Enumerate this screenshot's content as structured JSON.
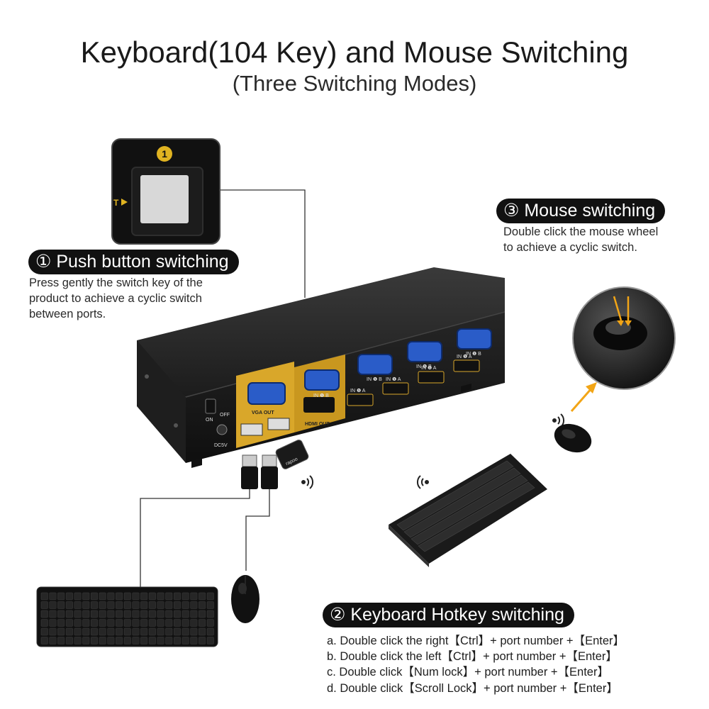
{
  "header": {
    "title": "Keyboard(104 Key) and Mouse Switching",
    "subtitle": "(Three Switching Modes)"
  },
  "modes": {
    "push": {
      "title": "① Push button switching",
      "lines": [
        "Press gently the switch key of the",
        "product to achieve a cyclic switch",
        "between ports."
      ]
    },
    "mouse": {
      "title": "③ Mouse switching",
      "lines": [
        "Double click the mouse wheel",
        "to achieve a cyclic switch."
      ]
    },
    "hotkey": {
      "title": "② Keyboard Hotkey switching",
      "lines": [
        "a. Double click the right【Ctrl】+ port number +【Enter】",
        "b. Double click the left【Ctrl】+ port number +【Enter】",
        "c. Double click【Num lock】+ port number +【Enter】",
        "d. Double click【Scroll Lock】+ port number +【Enter】"
      ]
    }
  },
  "device": {
    "button_number": "1",
    "labels": {
      "on": "ON",
      "off": "OFF",
      "power": "DC5V",
      "vga_out": "VGA OUT",
      "hdmi_out": "HDMI OUT",
      "in_b": "IN ❶ B",
      "in_a": "IN ❶ A",
      "dongle": "rapoo"
    }
  },
  "colors": {
    "pill_bg": "#111111",
    "port_gold": "#d9a72a",
    "vga_blue": "#2a5cc8",
    "arrow": "#f2a516"
  }
}
